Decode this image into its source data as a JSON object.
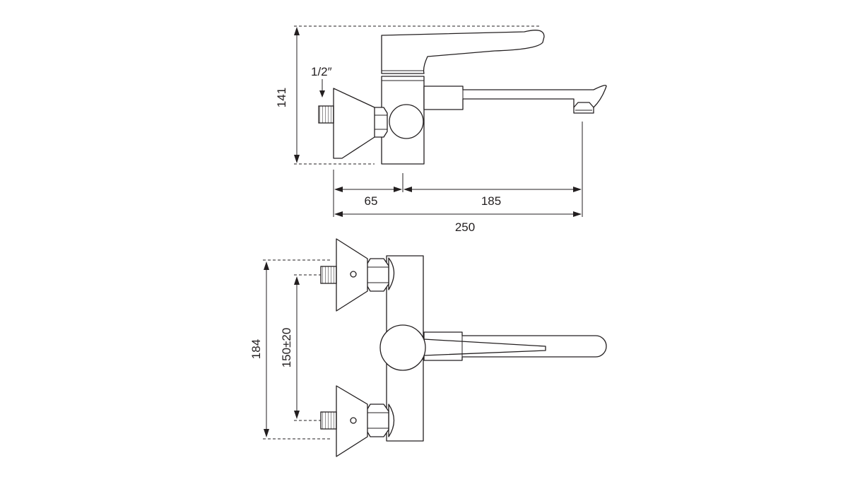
{
  "labels": {
    "thread": "1/2″",
    "side_height": "141",
    "width_inlet": "65",
    "width_spout": "185",
    "width_total": "250",
    "top_height": "184",
    "inlet_spacing": "150±20"
  },
  "colors": {
    "line": "#231f20",
    "background": "#ffffff"
  }
}
